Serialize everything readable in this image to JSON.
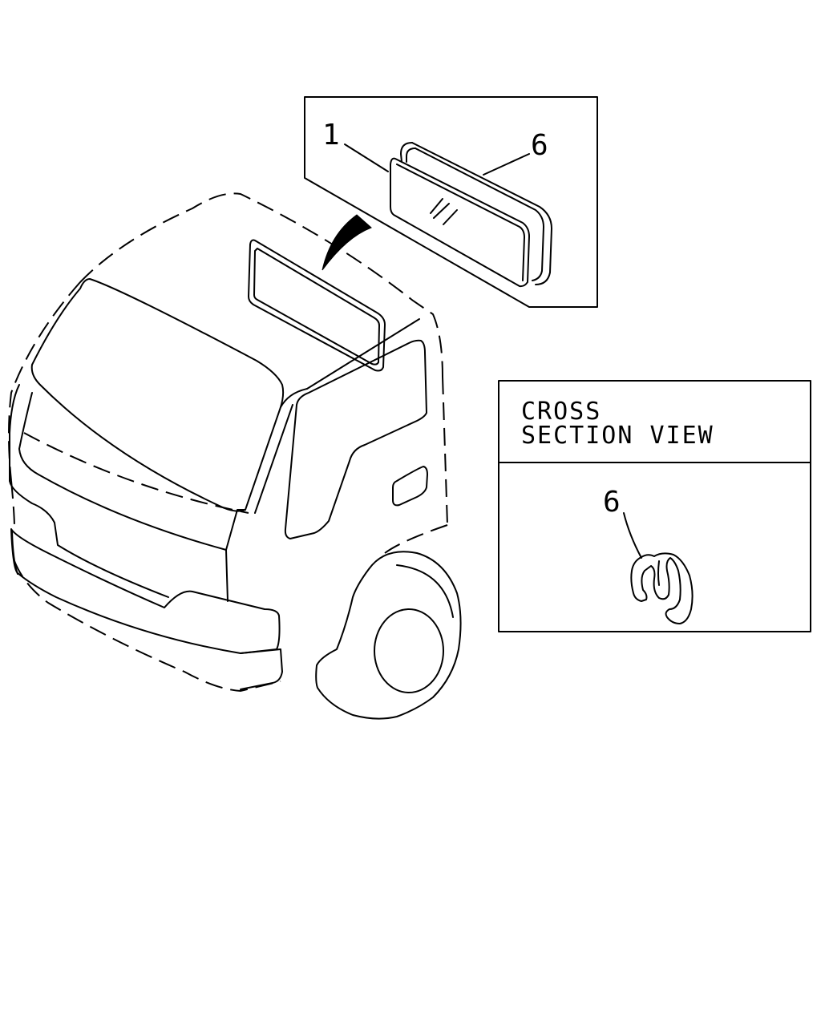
{
  "callouts": {
    "rear_window": "1",
    "seal": "6",
    "seal_section": "6"
  },
  "cross_section": {
    "title_line1": "CROSS",
    "title_line2": "SECTION VIEW"
  }
}
